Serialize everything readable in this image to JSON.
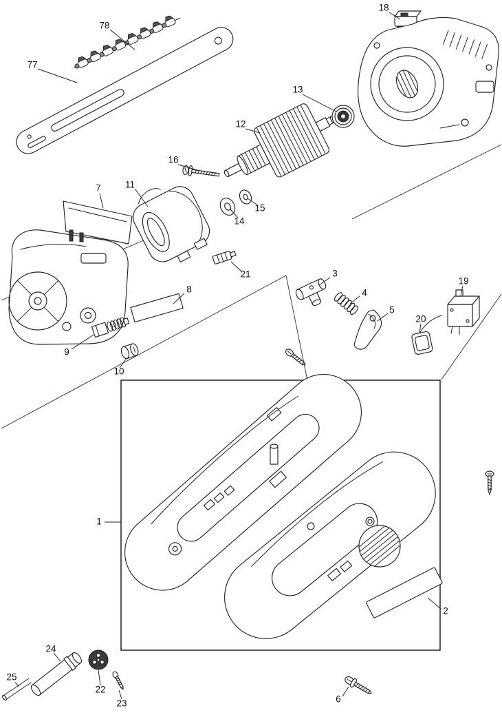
{
  "diagram": {
    "background_color": "#ffffff",
    "ink_color": "#232323"
  },
  "parts": [
    {
      "label": "78"
    },
    {
      "label": "77"
    },
    {
      "label": "18"
    },
    {
      "label": "13"
    },
    {
      "label": "12"
    },
    {
      "label": "16"
    },
    {
      "label": "11"
    },
    {
      "label": "7"
    },
    {
      "label": "15"
    },
    {
      "label": "14"
    },
    {
      "label": "21"
    },
    {
      "label": "8"
    },
    {
      "label": "3"
    },
    {
      "label": "4"
    },
    {
      "label": "5"
    },
    {
      "label": "19"
    },
    {
      "label": "20"
    },
    {
      "label": "9"
    },
    {
      "label": "10"
    },
    {
      "label": "1"
    },
    {
      "label": "2"
    },
    {
      "label": "24"
    },
    {
      "label": "25"
    },
    {
      "label": "22"
    },
    {
      "label": "23"
    },
    {
      "label": "6"
    }
  ]
}
